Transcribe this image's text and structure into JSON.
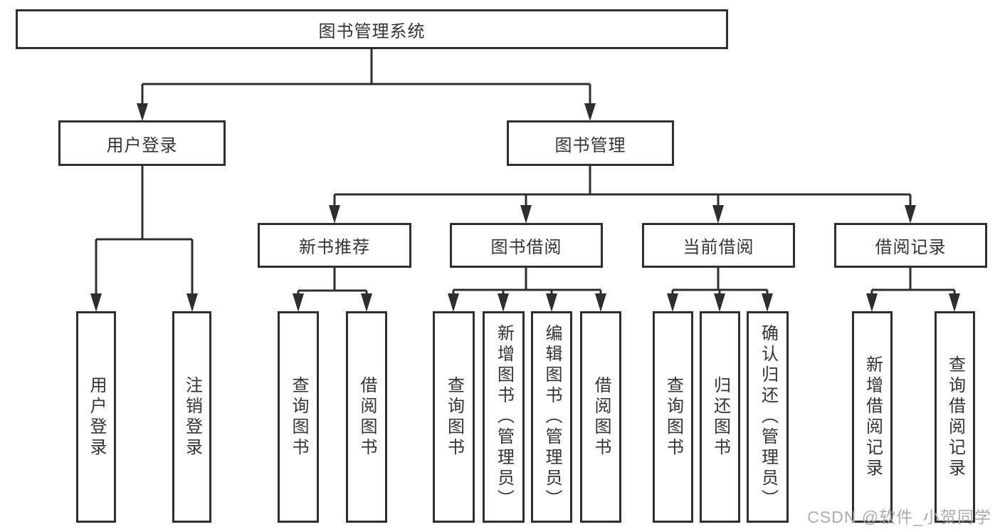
{
  "diagram_type": "hierarchy-tree",
  "tree": {
    "label": "图书管理系统",
    "children": [
      {
        "label": "用户登录",
        "children": [
          {
            "label": "用户登录"
          },
          {
            "label": "注销登录"
          }
        ]
      },
      {
        "label": "图书管理",
        "children": [
          {
            "label": "新书推荐",
            "children": [
              {
                "label": "查询图书"
              },
              {
                "label": "借阅图书"
              }
            ]
          },
          {
            "label": "图书借阅",
            "children": [
              {
                "label": "查询图书"
              },
              {
                "label": "新增图书（管理员）"
              },
              {
                "label": "编辑图书（管理员）"
              },
              {
                "label": "借阅图书"
              }
            ]
          },
          {
            "label": "当前借阅",
            "children": [
              {
                "label": "查询图书"
              },
              {
                "label": "归还图书"
              },
              {
                "label": "确认归还（管理员）"
              }
            ]
          },
          {
            "label": "借阅记录",
            "children": [
              {
                "label": "新增借阅记录"
              },
              {
                "label": "查询借阅记录"
              }
            ]
          }
        ]
      }
    ]
  },
  "watermark": "CSDN @软件_小贺同学",
  "colors": {
    "line": "#2e2e2e",
    "text": "#333333",
    "watermark": "#ababab",
    "background": "#ffffff"
  }
}
